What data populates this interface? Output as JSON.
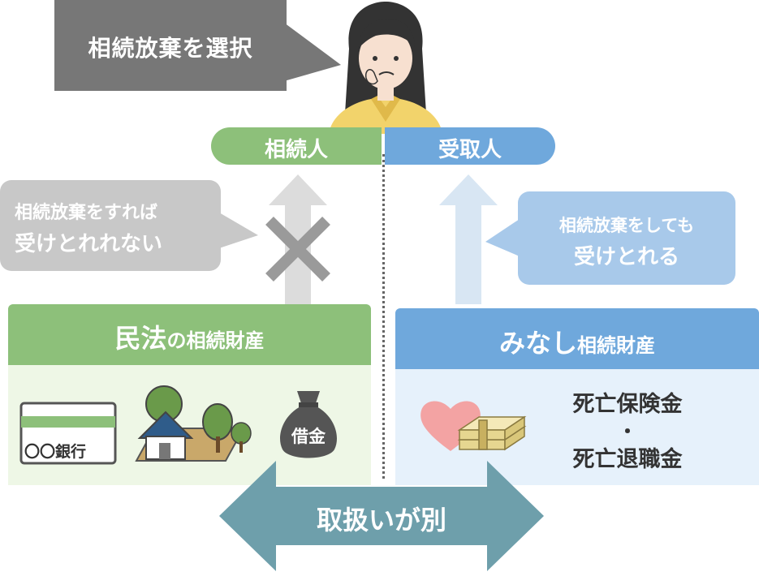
{
  "callouts": {
    "top": "相続放棄を選択",
    "left_line1": "相続放棄をすれば",
    "left_line2": "受けとれれない",
    "right_line1": "相続放棄をしても",
    "right_line2": "受けとれる"
  },
  "pills": {
    "heir": "相続人",
    "recipient": "受取人"
  },
  "panels": {
    "left": {
      "title_big": "民法",
      "title_small": "の相続財産"
    },
    "right": {
      "title_big": "みなし",
      "title_small": "相続財産"
    }
  },
  "assets": {
    "card_label": "〇〇銀行",
    "debt_bag_label": "借金"
  },
  "deemed": {
    "line1": "死亡保険金",
    "dot": "・",
    "line2": "死亡退職金"
  },
  "bottom_arrow": {
    "label": "取扱いが別"
  },
  "colors": {
    "green": "#8dc07a",
    "green_light": "#eef7e6",
    "blue": "#6fa8dc",
    "blue_light": "#e6f1fb",
    "blue_callout": "#a8c9ea",
    "gray_dark": "#777777",
    "gray_light": "#c8c8c8",
    "teal": "#6e9fab"
  },
  "icons": [
    "person-icon",
    "up-arrow-icon",
    "cross-icon",
    "bank-card-icon",
    "house-icon",
    "tree-icon",
    "money-bag-icon",
    "heart-icon",
    "cash-stack-icon",
    "double-arrow-icon"
  ]
}
